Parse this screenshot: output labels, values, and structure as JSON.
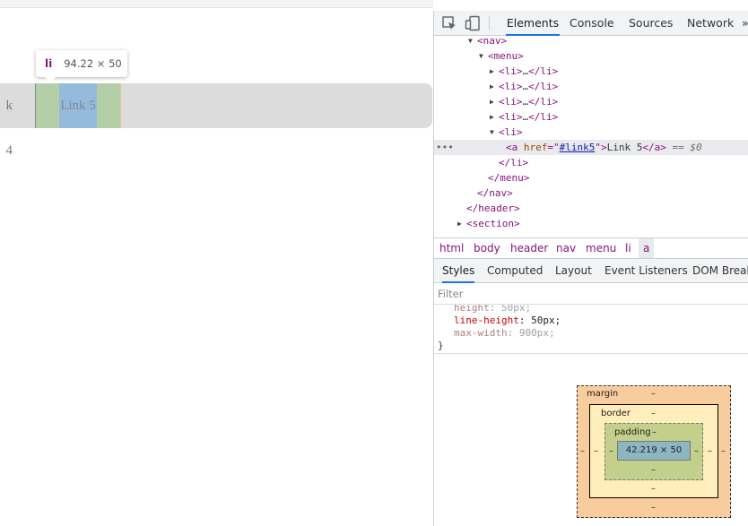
{
  "page": {
    "link4_label": "k 4",
    "link5_label": "Link 5"
  },
  "tooltip": {
    "tag": "li",
    "dimensions": "94.22 × 50"
  },
  "devtools": {
    "tabs": [
      {
        "label": "Elements",
        "active": true
      },
      {
        "label": "Console",
        "active": false
      },
      {
        "label": "Sources",
        "active": false
      },
      {
        "label": "Network",
        "active": false
      },
      {
        "label": "»",
        "active": false
      }
    ],
    "dom_tree": [
      {
        "indent": 0,
        "triangle": "▼",
        "open": "<nav>"
      },
      {
        "indent": 1,
        "triangle": "▼",
        "open": "<menu>"
      },
      {
        "indent": 2,
        "triangle": "▶",
        "open": "<li>",
        "ellipsis": "…",
        "close": "</li>"
      },
      {
        "indent": 2,
        "triangle": "▶",
        "open": "<li>",
        "ellipsis": "…",
        "close": "</li>"
      },
      {
        "indent": 2,
        "triangle": "▶",
        "open": "<li>",
        "ellipsis": "…",
        "close": "</li>"
      },
      {
        "indent": 2,
        "triangle": "▶",
        "open": "<li>",
        "ellipsis": "…",
        "close": "</li>"
      },
      {
        "indent": 2,
        "triangle": "▼",
        "open": "<li>"
      },
      {
        "indent": 3,
        "selected": true,
        "element": "a",
        "attr_name": "href",
        "attr_value": "#link5",
        "text": "Link 5",
        "marker": "== $0"
      },
      {
        "indent": 2,
        "close_only": "</li>"
      },
      {
        "indent": 1,
        "close_only": "</menu>"
      },
      {
        "indent": 0,
        "close_only": "</nav>"
      },
      {
        "indent": -1,
        "close_only": "</header>"
      },
      {
        "indent": -1,
        "triangle": "▶",
        "open": "<section>"
      }
    ],
    "row_dots": "•••",
    "breadcrumb": [
      {
        "label": "html",
        "active": false
      },
      {
        "label": "body",
        "active": false
      },
      {
        "label": "header",
        "active": false
      },
      {
        "label": "nav",
        "active": false
      },
      {
        "label": "menu",
        "active": false
      },
      {
        "label": "li",
        "active": false
      },
      {
        "label": "a",
        "active": true
      }
    ],
    "styles_tabs": [
      {
        "label": "Styles",
        "active": true
      },
      {
        "label": "Computed",
        "active": false
      },
      {
        "label": "Layout",
        "active": false
      },
      {
        "label": "Event Listeners",
        "active": false
      },
      {
        "label": "DOM Breakpoints",
        "active": false
      }
    ],
    "filter_placeholder": "Filter",
    "css_rules": [
      {
        "prop": "height",
        "value": "50px",
        "dimmed": true
      },
      {
        "prop": "line-height",
        "value": "50px",
        "dimmed": false
      },
      {
        "prop": "max-width",
        "value": "900px",
        "dimmed": true
      }
    ],
    "css_close": "}",
    "box_model": {
      "margin_label": "margin",
      "border_label": "border",
      "padding_label": "padding",
      "content_size": "42.219 × 50",
      "empty": "–",
      "padding_value": "–"
    }
  }
}
